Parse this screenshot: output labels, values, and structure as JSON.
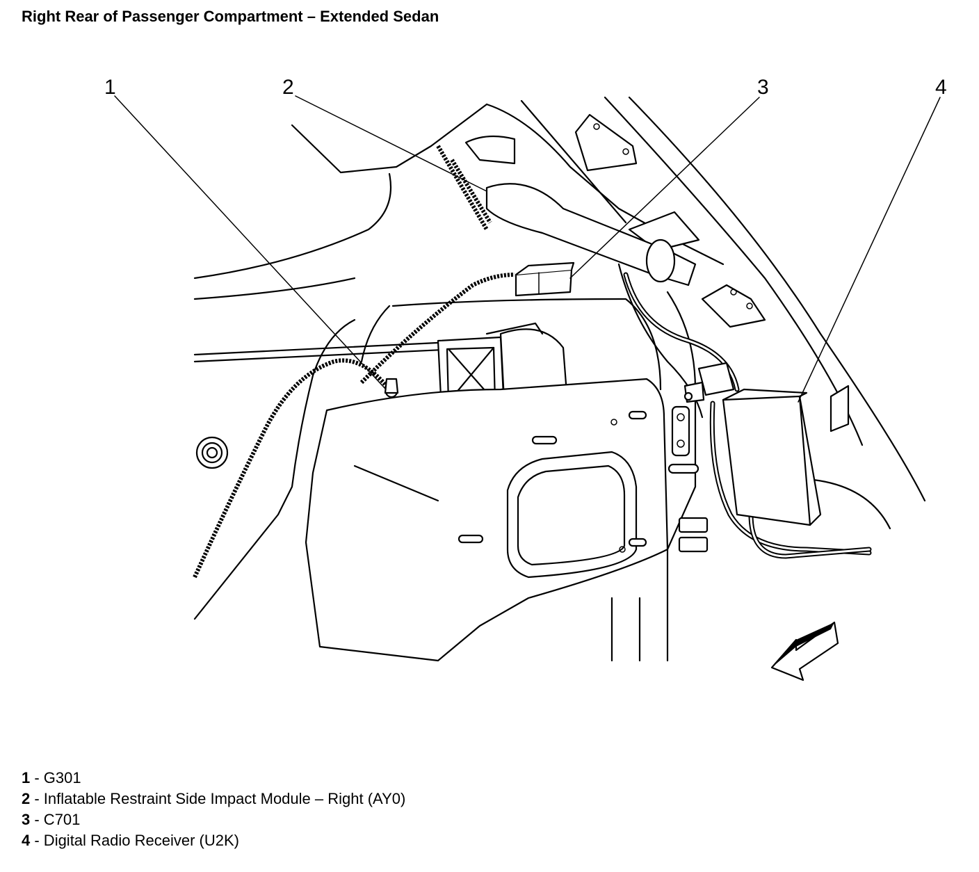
{
  "title": "Right Rear of Passenger Compartment – Extended Sedan",
  "callouts": [
    "1",
    "2",
    "3",
    "4"
  ],
  "legend": [
    {
      "num": "1",
      "text": " - G301"
    },
    {
      "num": "2",
      "text": " - Inflatable Restraint Side Impact Module – Right (AY0)"
    },
    {
      "num": "3",
      "text": " - C701"
    },
    {
      "num": "4",
      "text": " - Digital Radio Receiver (U2K)"
    }
  ]
}
